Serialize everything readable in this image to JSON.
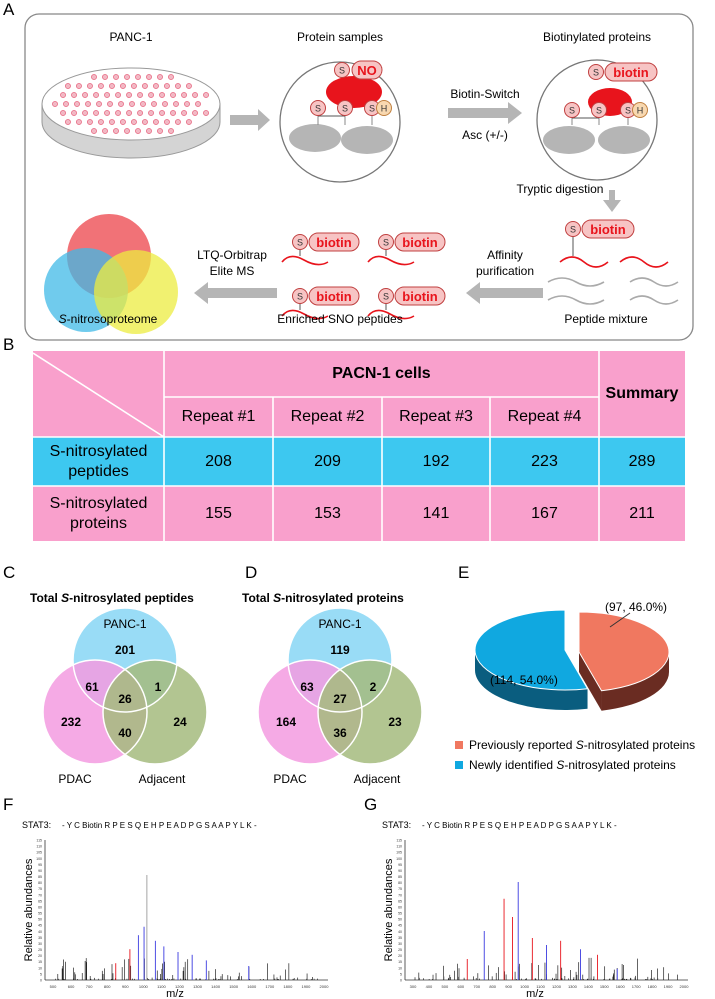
{
  "panels": {
    "a": "A",
    "b": "B",
    "c": "C",
    "d": "D",
    "e": "E",
    "f": "F",
    "g": "G"
  },
  "workflow": {
    "panc1": "PANC-1",
    "protein_samples": "Protein samples",
    "biotinylated_proteins": "Biotinylated proteins",
    "biotin_switch": "Biotin-Switch",
    "asc": "Asc (+/-)",
    "tryptic_digestion": "Tryptic digestion",
    "affinity_1": "Affinity",
    "affinity_2": "purification",
    "ms_1": "LTQ-Orbitrap",
    "ms_2": "Elite MS",
    "s_nitroso_italic": "S",
    "s_nitroso_rest": "-nitrosoproteome",
    "enriched": "Enriched SNO peptides",
    "peptide_mixture": "Peptide mixture",
    "s": "S",
    "h": "H",
    "no": "NO",
    "biotin": "biotin"
  },
  "table": {
    "group_header": "PACN-1 cells",
    "summary_header": "Summary",
    "repeats": [
      "Repeat #1",
      "Repeat #2",
      "Repeat #3",
      "Repeat #4"
    ],
    "rows": [
      {
        "label_1": "S-nitrosylated",
        "label_2": "peptides",
        "values": [
          "208",
          "209",
          "192",
          "223",
          "289"
        ]
      },
      {
        "label_1": "S-nitrosylated",
        "label_2": "proteins",
        "values": [
          "155",
          "153",
          "141",
          "167",
          "211"
        ]
      }
    ],
    "colors": {
      "pink": "#f9a0cc",
      "cyan": "#3dc8f0"
    }
  },
  "venn_c": {
    "title_pre": "Total ",
    "title_it": "S",
    "title_mid": "-nitrosylated ",
    "title_bold": "peptides",
    "top": "PANC-1",
    "left": "PDAC",
    "right": "Adjacent",
    "values": {
      "top": "201",
      "top_left": "61",
      "center": "26",
      "top_right": "1",
      "left": "232",
      "bottom": "40",
      "right": "24"
    }
  },
  "venn_d": {
    "title_pre": "Total ",
    "title_it": "S",
    "title_mid": "-nitrosylated ",
    "title_bold": "proteins",
    "top": "PANC-1",
    "left": "PDAC",
    "right": "Adjacent",
    "values": {
      "top": "119",
      "top_left": "63",
      "center": "27",
      "top_right": "2",
      "left": "164",
      "bottom": "36",
      "right": "23"
    }
  },
  "chart_data": {
    "type": "pie",
    "slices": [
      {
        "label": "Previously reported S-nitrosylated proteins",
        "value": 97,
        "percent": 46.0,
        "color": "#f07860"
      },
      {
        "label": "Newly identified S-nitrosylated proteins",
        "value": 114,
        "percent": 54.0,
        "color": "#10a8e0"
      }
    ],
    "data_labels": [
      "(97, 46.0%)",
      "(114, 54.0%)"
    ],
    "legend": [
      {
        "pre": "Previously reported ",
        "it": "S",
        "post": "-nitrosylated proteins"
      },
      {
        "pre": "Newly identified ",
        "it": "S",
        "post": "-nitrosylated proteins"
      }
    ]
  },
  "spectra": {
    "f": {
      "protein": "STAT3:",
      "peptide": "- Y C Biotin R P E S Q E H P E A D P G S A A P Y L K -",
      "ylabel": "Relative abundances",
      "xlabel": "m/z",
      "xticks": [
        "500",
        "600",
        "700",
        "800",
        "900",
        "1000",
        "1100",
        "1200",
        "1300",
        "1400",
        "1500",
        "1600",
        "1700",
        "1800",
        "1900",
        "2000"
      ],
      "yticks": [
        "0",
        "5",
        "10",
        "15",
        "20",
        "25",
        "30",
        "35",
        "40",
        "45",
        "50",
        "55",
        "60",
        "65",
        "70",
        "75",
        "80",
        "85",
        "90",
        "95",
        "100",
        "105",
        "110",
        "115"
      ]
    },
    "g": {
      "protein": "STAT3:",
      "peptide": "- Y C Biotin R P E S Q E H P E A D P G S A A P Y L K -",
      "ylabel": "Relative abundances",
      "xlabel": "m/z",
      "xticks": [
        "300",
        "400",
        "500",
        "600",
        "700",
        "800",
        "900",
        "1000",
        "1100",
        "1200",
        "1300",
        "1400",
        "1500",
        "1600",
        "1700",
        "1800",
        "1900",
        "2000"
      ],
      "yticks": [
        "0",
        "5",
        "10",
        "15",
        "20",
        "25",
        "30",
        "35",
        "40",
        "45",
        "50",
        "55",
        "60",
        "65",
        "70",
        "75",
        "80",
        "85",
        "90",
        "95",
        "100",
        "105",
        "110",
        "115"
      ]
    }
  }
}
